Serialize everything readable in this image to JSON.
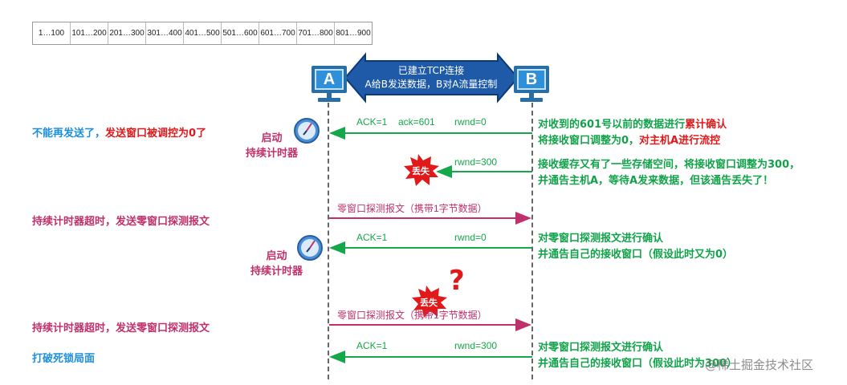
{
  "byte_ranges": [
    "1…100",
    "101…200",
    "201…300",
    "301…400",
    "401…500",
    "501…600",
    "601…700",
    "701…800",
    "801…900"
  ],
  "hosts": {
    "a": "A",
    "b": "B"
  },
  "connection": {
    "line1": "已建立TCP连接",
    "line2": "A给B发送数据，B对A流量控制"
  },
  "messages": [
    {
      "ack": "ACK=1",
      "ack_num": "ack=601",
      "rwnd": "rwnd=0"
    },
    {
      "rwnd": "rwnd=300"
    },
    {
      "label": "零窗口探测报文（携带1字节数据）"
    },
    {
      "ack": "ACK=1",
      "rwnd": "rwnd=0"
    },
    {
      "label": "零窗口探测报文（携带1字节数据）"
    },
    {
      "ack": "ACK=1",
      "rwnd": "rwnd=300"
    }
  ],
  "lost_label": "丢失",
  "question_mark": "?",
  "b_notes": {
    "n1_prefix": "对收到的601号以前的数据进行",
    "n1_highlight": "累计确认",
    "n2_prefix": "将接收窗口调整为0，",
    "n2_highlight": "对主机A进行流控",
    "n3_line1": "接收缓存又有了一些存储空间，将接收窗口调整为300，",
    "n3_line2": "并通告主机A，等待A发来数据，但该通告丢失了！",
    "n4_line1": "对零窗口探测报文进行确认",
    "n4_line2": "并通告自己的接收窗口（假设此时又为0）",
    "n5_line1": "对零窗口探测报文进行确认",
    "n5_line2": "并通告自己的接收窗口（假设此时为300）"
  },
  "a_notes": {
    "n1_prefix": "不能再发送了，",
    "n1_highlight": "发送窗口被调控为0了",
    "timer1_line1": "启动",
    "timer1_line2": "持续计时器",
    "timeout1": "持续计时器超时，发送零窗口探测报文",
    "timer2_line1": "启动",
    "timer2_line2": "持续计时器",
    "timeout2": "持续计时器超时，发送零窗口探测报文",
    "deadlock": "打破死锁局面"
  },
  "watermark": "@稀土掘金技术社区",
  "colors": {
    "green": "#15a84a",
    "pink": "#c0306b",
    "red": "#e0191b",
    "blue": "#1c8fdc",
    "banner": "#1e5aa8"
  }
}
